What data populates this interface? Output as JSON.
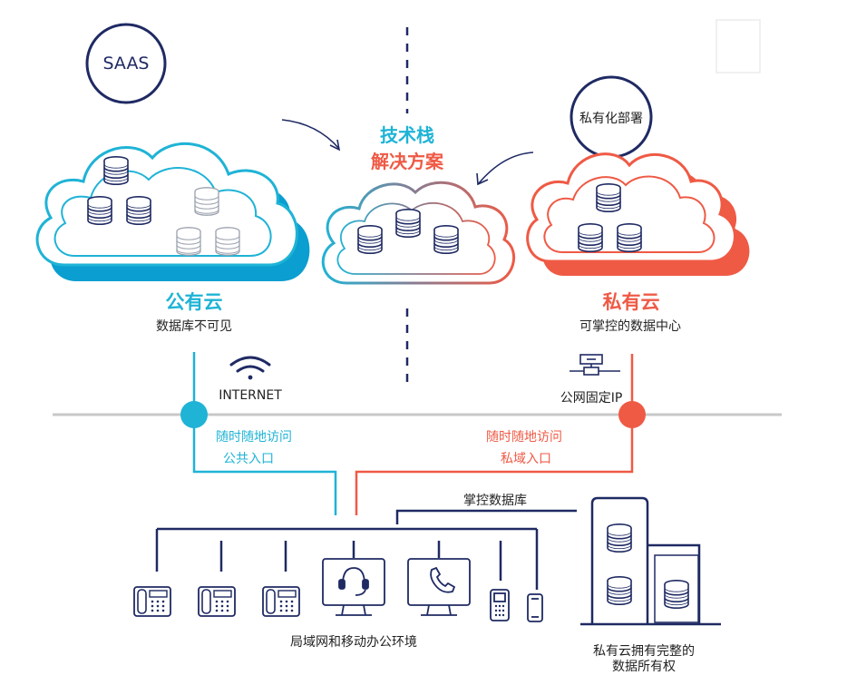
{
  "colors": {
    "teal": "#1fb3d6",
    "teal_dark": "#0b9ed0",
    "red": "#ef5a45",
    "navy": "#1f2a63",
    "gray_line": "#c8c8c8"
  },
  "badges": {
    "saas": "SAAS",
    "private_deploy": "私有化部署"
  },
  "center": {
    "line1": "技术栈",
    "line2": "解决方案"
  },
  "public_cloud": {
    "title": "公有云",
    "subtitle": "数据库不可见"
  },
  "private_cloud": {
    "title": "私有云",
    "subtitle": "可掌控的数据中心"
  },
  "internet": {
    "label": "INTERNET",
    "icon": "wifi-icon"
  },
  "fixed_ip": {
    "label": "公网固定IP",
    "icon": "network-icon"
  },
  "public_entry": {
    "line1": "随时随地访问",
    "line2": "公共入口"
  },
  "private_entry": {
    "line1": "随时随地访问",
    "line2": "私域入口"
  },
  "control_db": "掌控数据库",
  "lan_label": "局域网和移动办公环境",
  "ownership": {
    "line1": "私有云拥有完整的",
    "line2": "数据所有权"
  }
}
